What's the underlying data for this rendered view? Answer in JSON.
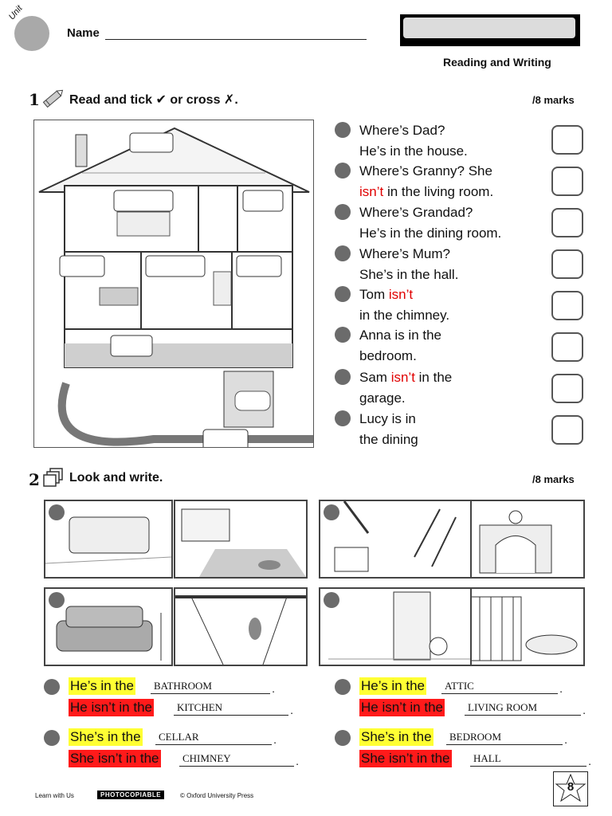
{
  "header": {
    "unit_word": "Unit",
    "name_label": "Name",
    "skill": "Reading and Writing"
  },
  "section1": {
    "number": "1",
    "title": "Read and tick ✔ or cross ✗.",
    "marks": "/8 marks",
    "items": [
      {
        "line1": "Where’s Dad?",
        "line2": "He’s in the house."
      },
      {
        "line1": "Where’s Granny? She",
        "line2_red": "isn’t",
        "line2": " in the living room."
      },
      {
        "line1": "Where’s Grandad?",
        "line2": "He’s in the dining room."
      },
      {
        "line1": "Where’s Mum?",
        "line2": "She’s in the hall."
      },
      {
        "line1_pre": "Tom ",
        "line1_red": "isn’t",
        "line2": "in the chimney."
      },
      {
        "line1": "Anna is in the",
        "line2": "bedroom."
      },
      {
        "line1_pre": "Sam ",
        "line1_red": "isn’t",
        "line1_post": " in the",
        "line2": "garage."
      },
      {
        "line1": "Lucy is in",
        "line2": "the dining"
      }
    ]
  },
  "section2": {
    "number": "2",
    "title": "Look and write.",
    "marks": "/8 marks",
    "answers": [
      {
        "lead": "He’s in the",
        "word": "BATHROOM",
        "color": "#ffff33"
      },
      {
        "lead": "He isn’t in the",
        "word": "KITCHEN",
        "color": "#ff1a1a"
      },
      {
        "lead": "She’s in the",
        "word": "CELLAR",
        "color": "#ffff33"
      },
      {
        "lead": "She isn’t in the",
        "word": "CHIMNEY",
        "color": "#ff1a1a"
      },
      {
        "lead": "He’s in the",
        "word": "ATTIC",
        "color": "#ffff33"
      },
      {
        "lead": "He isn’t in the",
        "word": "LIVING ROOM",
        "color": "#ff1a1a"
      },
      {
        "lead": "She’s in the",
        "word": "BEDROOM",
        "color": "#ffff33"
      },
      {
        "lead": "She isn’t in the",
        "word": "HALL",
        "color": "#ff1a1a"
      }
    ]
  },
  "footer": {
    "left": "Learn with Us",
    "badge": "PHOTOCOPIABLE",
    "copyright": "© Oxford University Press",
    "page": "8"
  }
}
